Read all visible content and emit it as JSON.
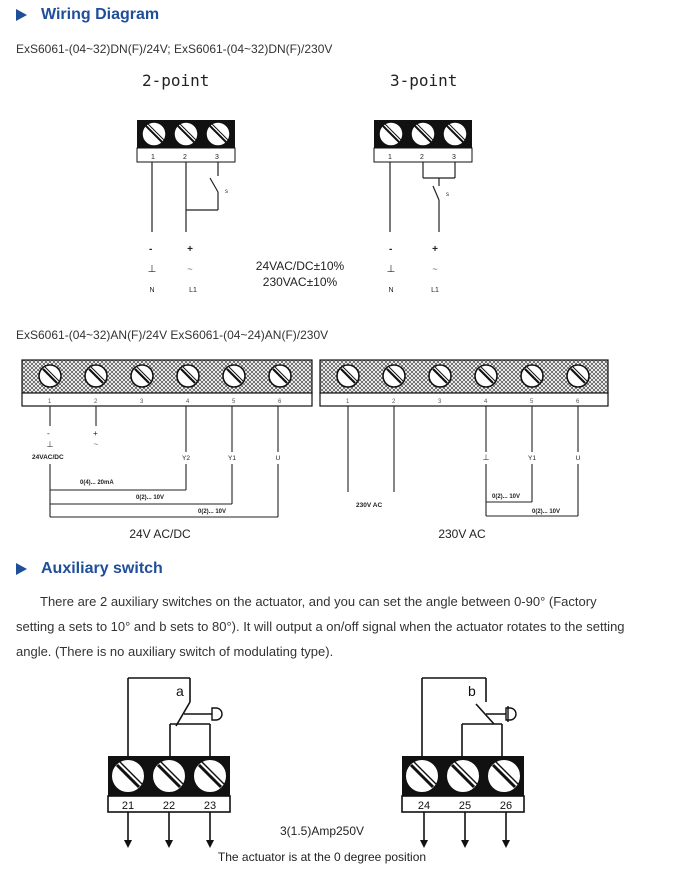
{
  "wiring": {
    "heading": "Wiring Diagram",
    "models_top": "ExS6061-(04~32)DN(F)/24V; ExS6061-(04~32)DN(F)/230V",
    "two_point": {
      "title": "2-point",
      "terminals": [
        "1",
        "2",
        "3"
      ],
      "switch_label": "s",
      "polarity": [
        "-",
        "+"
      ],
      "symbols": [
        "⊥",
        "~"
      ],
      "wires": [
        "N",
        "L1"
      ]
    },
    "three_point": {
      "title": "3-point",
      "terminals": [
        "1",
        "2",
        "3"
      ],
      "switch_label": "s",
      "polarity": [
        "-",
        "+"
      ],
      "symbols": [
        "⊥",
        "~"
      ],
      "wires": [
        "N",
        "L1"
      ]
    },
    "voltage_line1": "24VAC/DC±10%",
    "voltage_line2": "230VAC±10%",
    "models_mid": "ExS6061-(04~32)AN(F)/24V   ExS6061-(04~24)AN(F)/230V",
    "left_block": {
      "terminals": [
        "1",
        "2",
        "3",
        "4",
        "5",
        "6"
      ],
      "polarity": [
        "-",
        "+"
      ],
      "symbols": [
        "⊥",
        "~"
      ],
      "supply": "24VAC/DC",
      "outputs": [
        "Y2",
        "Y1",
        "U"
      ],
      "signal1": "0(4)... 20mA",
      "signal2": "0(2)... 10V",
      "signal3": "0(2)... 10V",
      "caption": "24V AC/DC"
    },
    "right_block": {
      "terminals": [
        "1",
        "2",
        "3",
        "4",
        "5",
        "6"
      ],
      "supply": "230V AC",
      "ground": "⊥",
      "outputs": [
        "Y1",
        "U"
      ],
      "signal1": "0(2)... 10V",
      "signal2": "0(2)... 10V",
      "caption": "230V AC"
    }
  },
  "aux": {
    "heading": "Auxiliary switch",
    "para_line1": "There are 2 auxiliary switches on the actuator, and you can set the angle between 0-90° (Factory",
    "para_line2": "setting a sets to 10° and b sets to 80°). It will output a on/off signal when the actuator rotates to the setting",
    "para_line3": "angle. (There is no auxiliary switch of modulating type).",
    "switch_a": {
      "label": "a",
      "terminals": [
        "21",
        "22",
        "23"
      ]
    },
    "switch_b": {
      "label": "b",
      "terminals": [
        "24",
        "25",
        "26"
      ]
    },
    "rating": "3(1.5)Amp250V",
    "position_note": "The actuator is at the 0 degree position"
  },
  "colors": {
    "heading": "#1f4e9a",
    "text": "#333333",
    "line": "#222222"
  }
}
